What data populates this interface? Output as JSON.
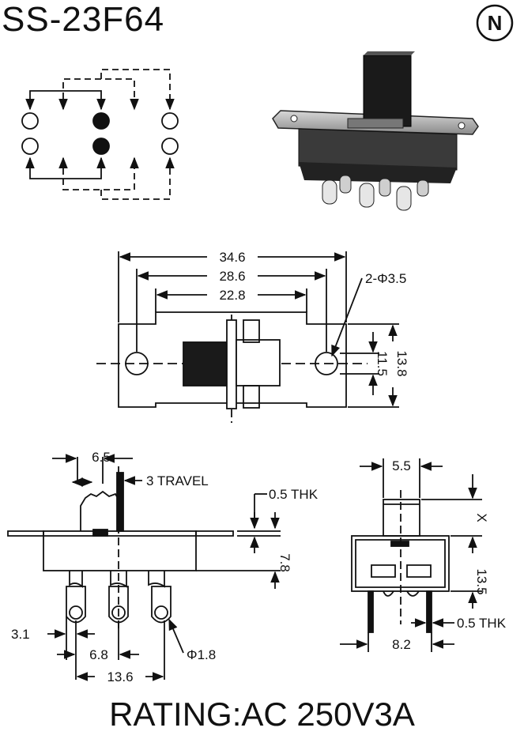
{
  "title": "SS-23F64",
  "brand_letter": "N",
  "rating": "RATING:AC 250V3A",
  "top_view_dims": {
    "overall": "34.6",
    "mount_holes": "28.6",
    "slot": "22.8",
    "hole_callout": "2-Φ3.5",
    "height_inner": "11.5",
    "height_outer": "13.8"
  },
  "front_view_dims": {
    "actuator_width": "6.5",
    "travel": "3 TRAVEL",
    "thickness": "0.5 THK",
    "body_height": "7.8",
    "pin_offset": "3.1",
    "pin_pitch": "6.8",
    "pin_diameter": "Φ1.8",
    "pin_span": "13.6"
  },
  "side_view_dims": {
    "actuator_width": "5.5",
    "actuator_height": "X",
    "body_height": "13.5",
    "pin_thickness": "0.5 THK",
    "pin_span": "8.2"
  }
}
